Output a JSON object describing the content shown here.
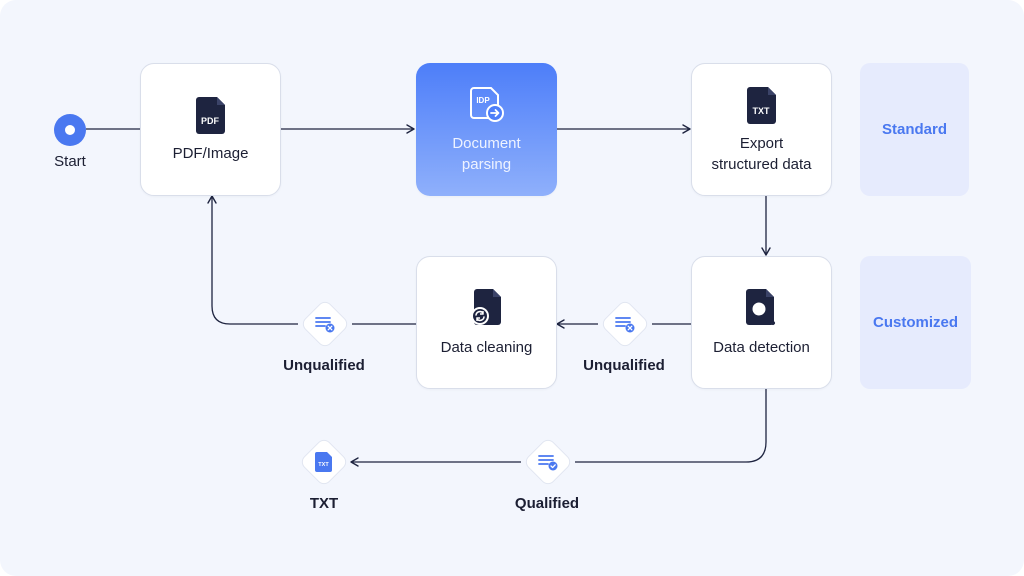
{
  "colors": {
    "background": "#f3f6fd",
    "accent": "#4a78f0",
    "line": "#1e2440",
    "tag_bg": "#e6ebfd"
  },
  "start": {
    "label": "Start"
  },
  "nodes": {
    "pdf_image": {
      "label": "PDF/Image",
      "icon": "pdf-file-icon",
      "icon_text": "PDF"
    },
    "document_parsing": {
      "label": "Document\nparsing",
      "icon": "idp-document-icon",
      "icon_text": "IDP"
    },
    "export": {
      "label": "Export\nstructured data",
      "icon": "txt-file-icon",
      "icon_text": "TXT"
    },
    "data_detection": {
      "label": "Data detection",
      "icon": "document-search-icon"
    },
    "data_cleaning": {
      "label": "Data cleaning",
      "icon": "document-refresh-icon"
    }
  },
  "tags": {
    "standard": "Standard",
    "customized": "Customized"
  },
  "decisions": {
    "unqualified_left": {
      "label": "Unqualified",
      "icon": "list-x-icon"
    },
    "unqualified_mid": {
      "label": "Unqualified",
      "icon": "list-x-icon"
    },
    "qualified": {
      "label": "Qualified",
      "icon": "list-check-icon"
    },
    "txt": {
      "label": "TXT",
      "icon": "txt-small-icon",
      "icon_text": "TXT"
    }
  }
}
